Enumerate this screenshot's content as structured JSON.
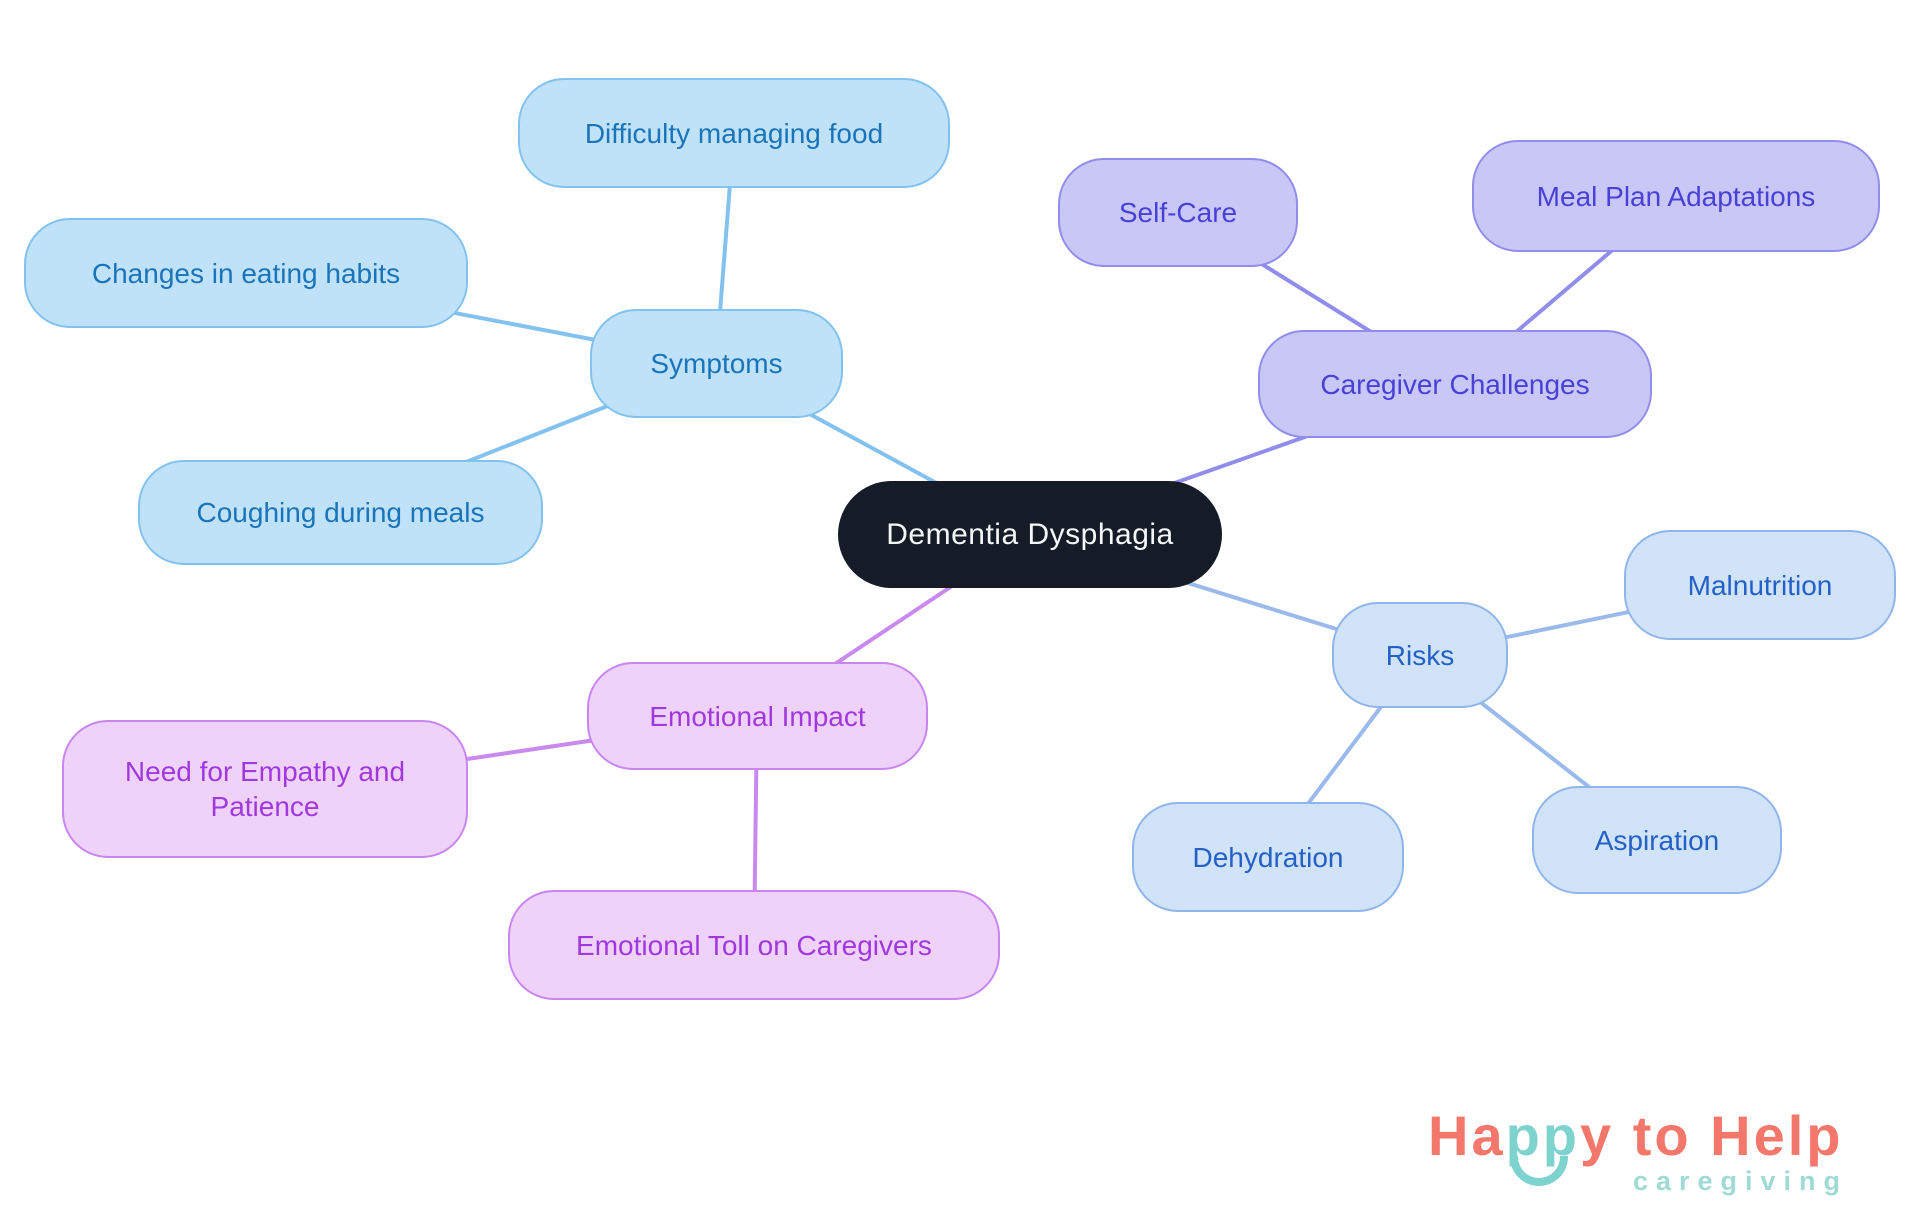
{
  "mindmap": {
    "center": {
      "label": "Dementia Dysphagia",
      "fill": "#151c28",
      "text_color": "#f5f6f8"
    },
    "branches": {
      "symptoms": {
        "label": "Symptoms",
        "fill": "#bfe2f8",
        "border": "#83c2ef",
        "text_color": "#1a74b9",
        "edge_color": "#83c2ef",
        "children": {
          "difficulty": {
            "label": "Difficulty managing food"
          },
          "changes": {
            "label": "Changes in eating habits"
          },
          "coughing": {
            "label": "Coughing during meals"
          }
        }
      },
      "caregiver": {
        "label": "Caregiver Challenges",
        "fill": "#c9c7f6",
        "border": "#918dec",
        "text_color": "#4741d6",
        "edge_color": "#918dec",
        "children": {
          "self_care": {
            "label": "Self-Care"
          },
          "meal_plan": {
            "label": "Meal Plan Adaptations"
          }
        }
      },
      "risks": {
        "label": "Risks",
        "fill": "#d1e3f8",
        "border": "#90b5ea",
        "text_color": "#2361c5",
        "edge_color": "#9abaec",
        "children": {
          "malnutrition": {
            "label": "Malnutrition"
          },
          "dehydration": {
            "label": "Dehydration"
          },
          "aspiration": {
            "label": "Aspiration"
          }
        }
      },
      "emotional": {
        "label": "Emotional Impact",
        "fill": "#eed2fa",
        "border": "#c985f0",
        "text_color": "#a138dd",
        "edge_color": "#c98af0",
        "children": {
          "need_empathy": {
            "label": "Need for Empathy and Patience"
          },
          "toll": {
            "label": "Emotional Toll on Caregivers"
          }
        }
      }
    }
  },
  "logo": {
    "word_ha": "Ha",
    "word_pp": "pp",
    "word_y": "y",
    "word_to": " to ",
    "word_help": "Help",
    "subtitle": "caregiving",
    "coral": "#f3776a",
    "teal": "#7ed3cf",
    "light_teal": "#9edad6"
  }
}
